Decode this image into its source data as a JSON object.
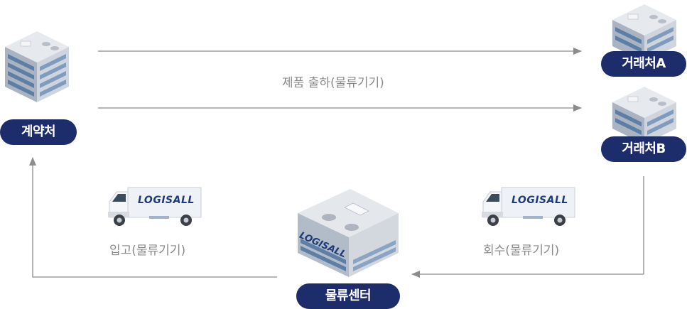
{
  "nodes": {
    "contractor": "계약처",
    "partner_a": "거래처A",
    "partner_b": "거래처B",
    "logistics_center": "물류센터"
  },
  "edges": {
    "shipment": "제품 출하(물류기기)",
    "inbound": "입고(물류기기)",
    "return": "회수(물류기기)"
  },
  "truck_brand": "LOGISALL",
  "building_brand": "LOGISALL",
  "colors": {
    "pill": "#1d2d6b",
    "arrow": "#8c8c8c",
    "label": "#8a8a8a"
  }
}
